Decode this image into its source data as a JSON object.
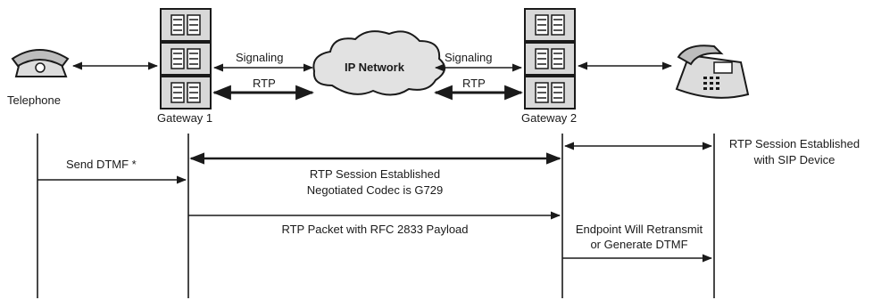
{
  "top": {
    "telephone_label": "Telephone",
    "gateway1_label": "Gateway 1",
    "gateway2_label": "Gateway 2",
    "network_label": "IP Network",
    "signaling_left": "Signaling",
    "rtp_left": "RTP",
    "signaling_right": "Signaling",
    "rtp_right": "RTP"
  },
  "flow": {
    "send_dtmf": "Send DTMF *",
    "rtp_session_line1": "RTP Session Established",
    "rtp_session_line2": "Negotiated Codec is G729",
    "rtp_packet": "RTP Packet with RFC 2833 Payload",
    "endpoint_line1": "Endpoint Will Retransmit",
    "endpoint_line2": "or Generate DTMF",
    "sip_session_line1": "RTP Session Established",
    "sip_session_line2": "with SIP Device"
  },
  "icons": [
    "telephone-icon",
    "gateway-server-icon",
    "cloud-icon",
    "sip-phone-icon"
  ],
  "colors": {
    "ink": "#1a1a1a",
    "device_fill": "#dcdcdc",
    "cloud_fill": "#e2e2e2"
  }
}
